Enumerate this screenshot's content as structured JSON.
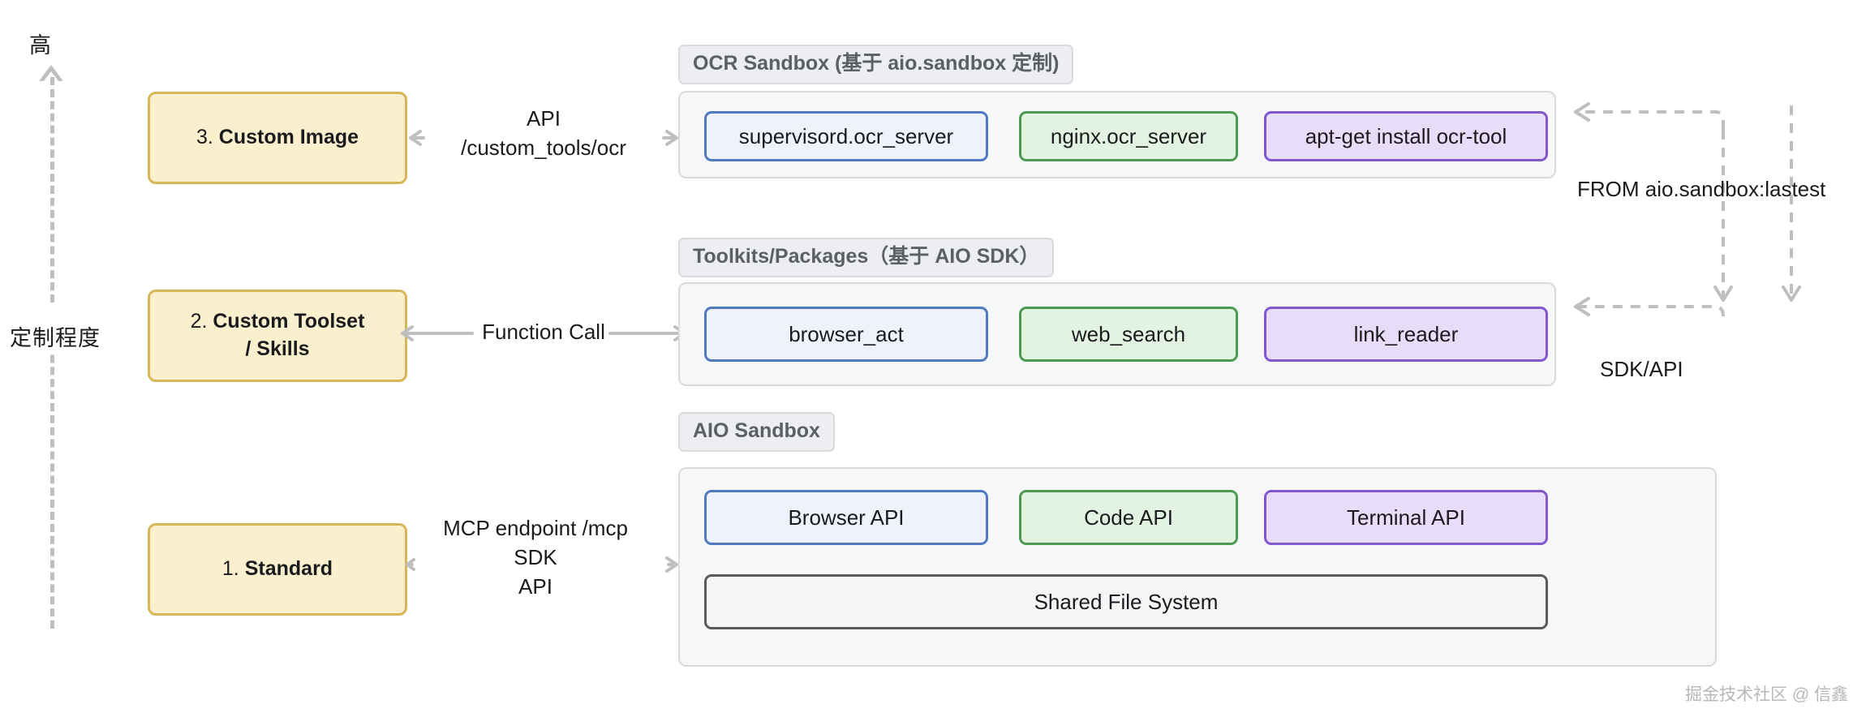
{
  "axis": {
    "top_label": "高",
    "side_label": "定制程度",
    "arrow_icon": "up-arrow-icon"
  },
  "levels": [
    {
      "num": "3.",
      "name": "Custom Image",
      "id": "level-3"
    },
    {
      "num": "2.",
      "name": "Custom Toolset\n/ Skills",
      "id": "level-2"
    },
    {
      "num": "1.",
      "name": "Standard",
      "id": "level-1"
    }
  ],
  "connectors": [
    {
      "id": "conn-3",
      "text": "API\n/custom_tools/ocr"
    },
    {
      "id": "conn-2",
      "text": "Function Call"
    },
    {
      "id": "conn-1",
      "text": "MCP endpoint /mcp\nSDK\nAPI"
    }
  ],
  "groups": {
    "ocr": {
      "title": "OCR Sandbox (基于 aio.sandbox 定制)",
      "items": [
        {
          "label": "supervisord.ocr_server",
          "color": "blue"
        },
        {
          "label": "nginx.ocr_server",
          "color": "green"
        },
        {
          "label": "apt-get install ocr-tool",
          "color": "purple"
        }
      ]
    },
    "toolkits": {
      "title": "Toolkits/Packages（基于 AIO SDK）",
      "items": [
        {
          "label": "browser_act",
          "color": "blue"
        },
        {
          "label": "web_search",
          "color": "green"
        },
        {
          "label": "link_reader",
          "color": "purple"
        }
      ]
    },
    "aio": {
      "title": "AIO Sandbox",
      "items": [
        {
          "label": "Browser API",
          "color": "blue"
        },
        {
          "label": "Code API",
          "color": "green"
        },
        {
          "label": "Terminal API",
          "color": "purple"
        }
      ],
      "shared": {
        "label": "Shared File System",
        "color": "grey"
      }
    }
  },
  "side_labels": {
    "from": "FROM aio.sandbox:lastest",
    "sdk_api": "SDK/API"
  },
  "watermark": "掘金技术社区 @ 信鑫",
  "colors": {
    "blue_border": "#5079c0",
    "blue_fill": "#eef2fc",
    "green_border": "#4e9a54",
    "green_fill": "#e3f3e1",
    "purple_border": "#8156cf",
    "purple_fill": "#e8ddf8",
    "yellow_border": "#d6b656",
    "yellow_fill": "#fbf0ce",
    "grey_border": "#5a5a5a",
    "group_fill": "#f6f7f9",
    "arrow_grey": "#bfbfbf"
  }
}
